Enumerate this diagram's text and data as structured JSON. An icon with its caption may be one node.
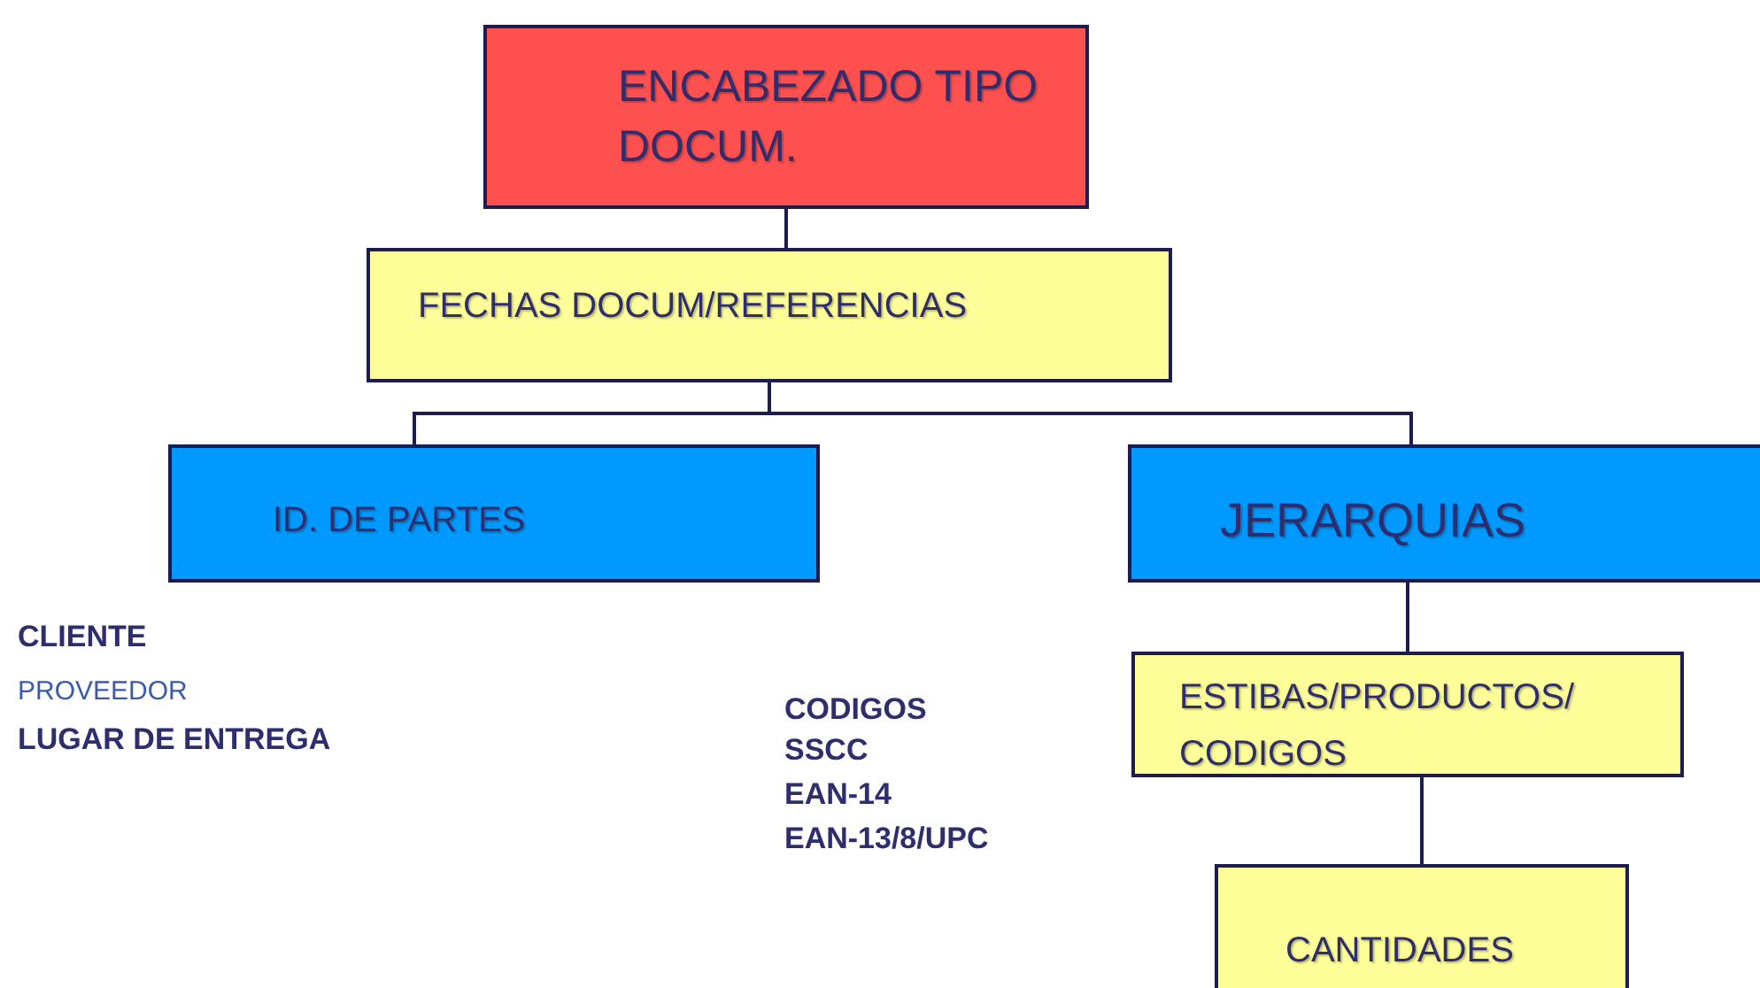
{
  "diagram": {
    "nodes": [
      {
        "text": [
          "ENCABEZADO TIPO DOCUM."
        ]
      },
      {
        "text": [
          "FECHAS DOCUM/REFERENCIAS"
        ]
      },
      {
        "text": [
          "ID. DE PARTES"
        ]
      },
      {
        "text": [
          "JERARQUIAS"
        ]
      },
      {
        "text": [
          "ESTIBAS/PRODUCTOS/ CODIGOS"
        ]
      },
      {
        "text": [
          "CANTIDADES"
        ]
      }
    ],
    "edges": [
      {
        "from": 0,
        "to": 1,
        "arrow": "none"
      },
      {
        "from": 1,
        "to": 2,
        "arrow": "none"
      },
      {
        "from": 1,
        "to": 3,
        "arrow": "none"
      },
      {
        "from": 3,
        "to": 4,
        "arrow": "none"
      },
      {
        "from": 4,
        "to": 5,
        "arrow": "none"
      }
    ],
    "labels": [
      "CLIENTE",
      "PROVEEDOR",
      "LUGAR DE ENTREGA",
      "CODIGOS",
      "SSCC",
      "EAN-14",
      "EAN-13/8/UPC"
    ]
  }
}
